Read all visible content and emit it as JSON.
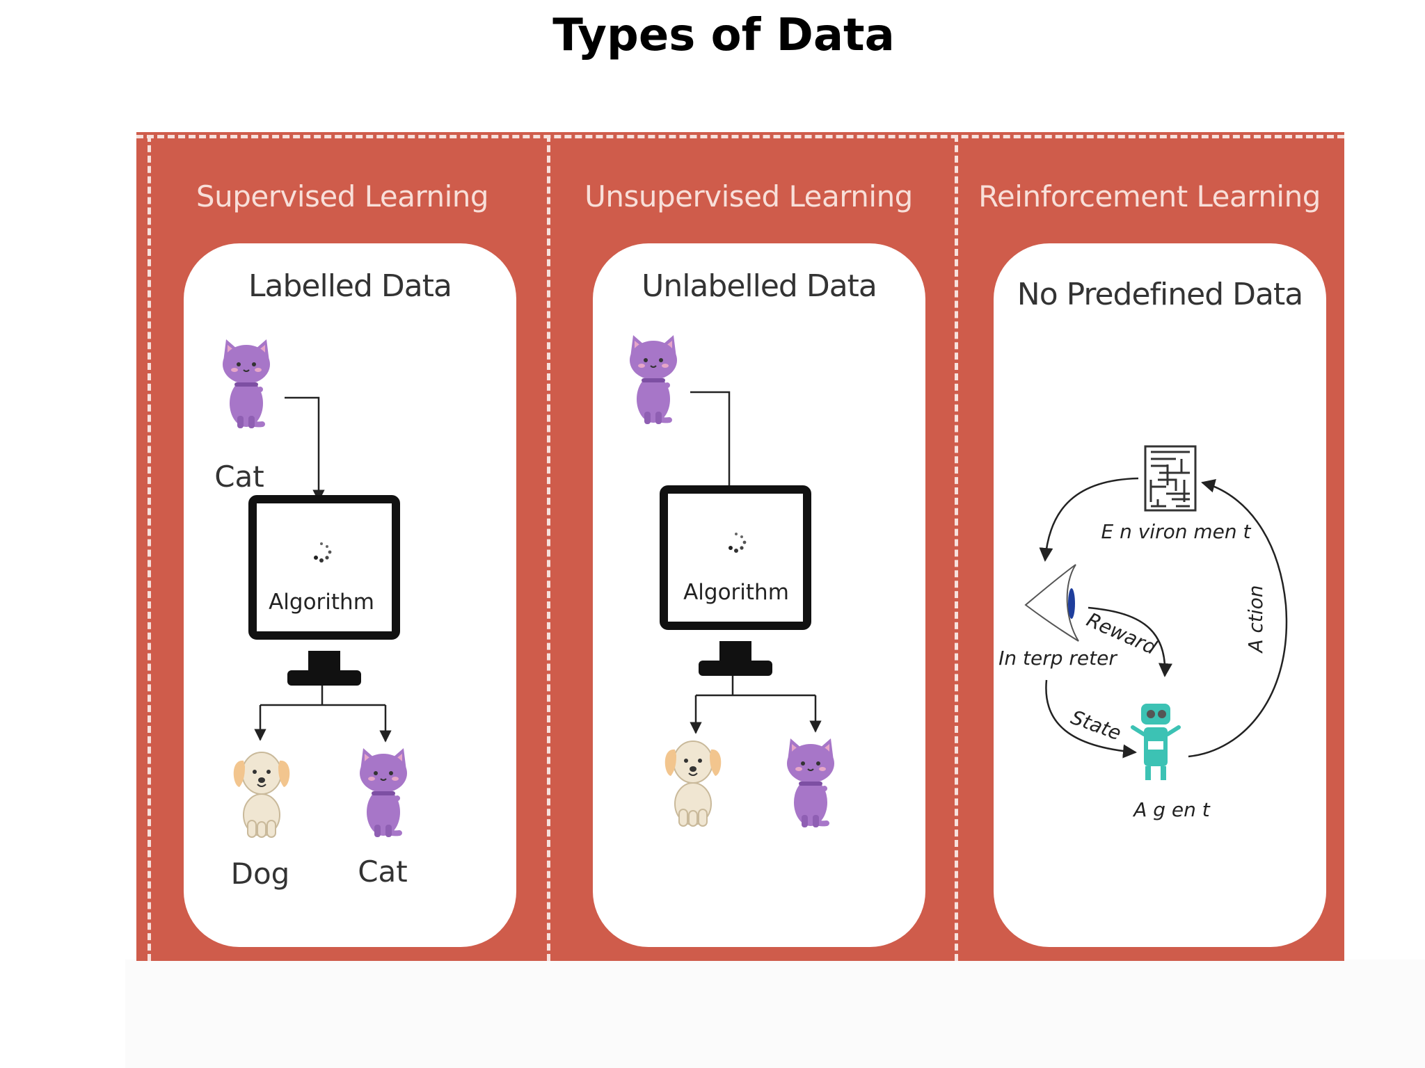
{
  "title": "Types of Data",
  "colors": {
    "background": "#cf5c4b",
    "card": "#ffffff",
    "heading_text": "#f8dfd9",
    "cat": "#a776c8",
    "dog": "#f0e6d2",
    "robot": "#3cc2b4"
  },
  "panels": [
    {
      "heading": "Supervised Learning",
      "card_title": "Labelled Data",
      "input_label": "Cat",
      "algorithm_label": "Algorithm",
      "outputs": [
        "Dog",
        "Cat"
      ]
    },
    {
      "heading": "Unsupervised Learning",
      "card_title": "Unlabelled Data",
      "algorithm_label": "Algorithm"
    },
    {
      "heading": "Reinforcement Learning",
      "card_title": "No Predefined Data",
      "environment_label": "E n viron men t",
      "interpreter_label": "In terp reter",
      "agent_label": "A g en t",
      "reward_label": "Reward",
      "state_label": "State",
      "action_label": "A ction"
    }
  ],
  "icons": [
    "cat-icon",
    "dog-icon",
    "computer-monitor-icon",
    "loading-spinner-icon",
    "maze-icon",
    "eye-icon",
    "robot-icon"
  ]
}
